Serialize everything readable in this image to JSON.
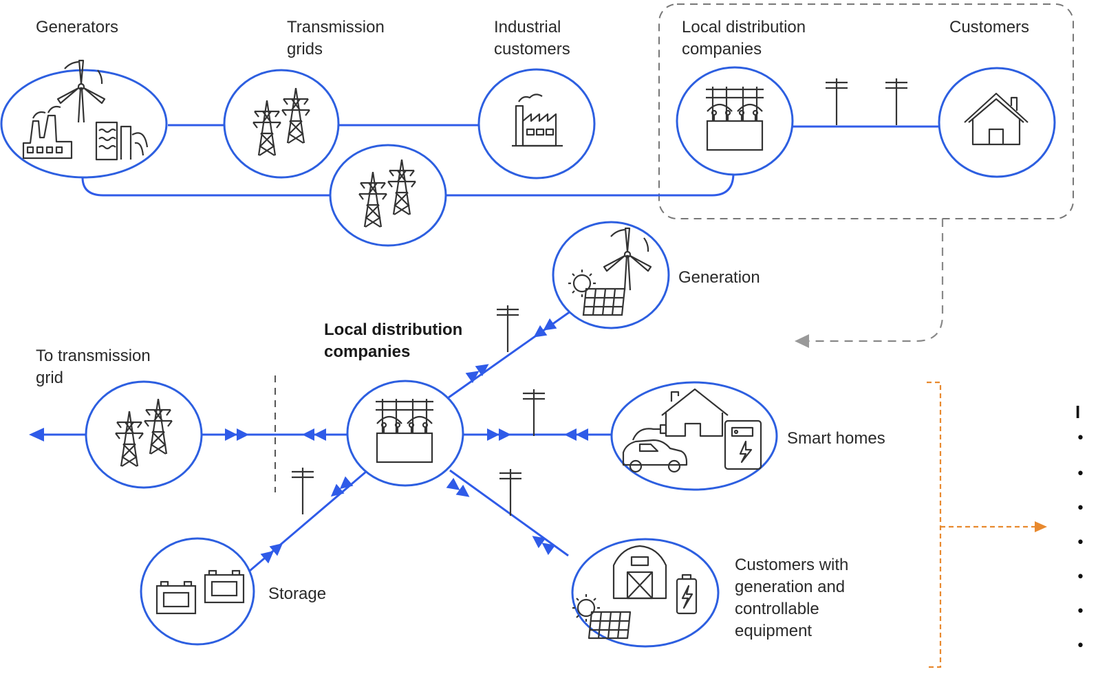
{
  "colors": {
    "line_blue": "#2f5be8",
    "circle_stroke": "#2d5fe0",
    "icon_stroke": "#333333",
    "dashed_gray": "#777777",
    "orange_bracket": "#e8892e"
  },
  "top": {
    "generators": "Generators",
    "transmission": "Transmission\ngrids",
    "industrial": "Industrial\ncustomers",
    "ldc": "Local distribution\ncompanies",
    "customers": "Customers"
  },
  "bottom": {
    "generation": "Generation",
    "ldc": "Local distribution\ncompanies",
    "to_transmission": "To transmission\ngrid",
    "smart_homes": "Smart homes",
    "storage": "Storage",
    "customers_generation": "Customers with\ngeneration and\ncontrollable\nequipment"
  },
  "cut_off": {
    "heading_glyph": "I",
    "bullets": [
      "•",
      "•",
      "•",
      "•",
      "•",
      "•",
      "•"
    ]
  },
  "icons": {
    "generators": "power-plant-icon",
    "transmission": "transmission-tower-icon",
    "industrial": "factory-icon",
    "ldc": "substation-icon",
    "customers": "house-icon",
    "pole": "utility-pole-icon",
    "generation": "wind-solar-icon",
    "smart_homes": "smart-home-ev-icon",
    "storage": "battery-icon",
    "customers_generation": "barn-solar-battery-icon"
  }
}
